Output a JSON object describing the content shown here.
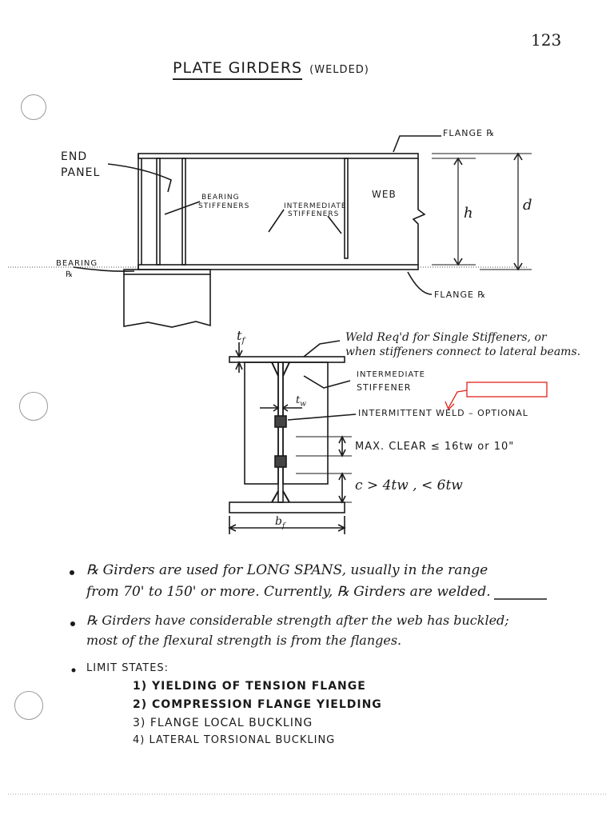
{
  "page": {
    "number": "123"
  },
  "title": {
    "main": "PLATE GIRDERS",
    "sub": "(WELDED)"
  },
  "elevation": {
    "flange_top": "FLANGE ℞",
    "end_panel": [
      "END",
      "PANEL"
    ],
    "bearing_stiffeners": [
      "BEARING",
      "STIFFENERS"
    ],
    "intermediate_stiffeners": [
      "INTERMEDIATE",
      "STIFFENERS"
    ],
    "web": "WEB",
    "h": "h",
    "d": "d",
    "bearing_plate": [
      "BEARING",
      "℞"
    ],
    "flange_bottom": "FLANGE ℞"
  },
  "section": {
    "tf": "t",
    "tf_sub": "f",
    "tw": "t",
    "tw_sub": "w",
    "bf": "b",
    "bf_sub": "f",
    "weld_note": [
      "Weld Req'd for Single Stiffeners, or",
      "when stiffeners connect to lateral beams."
    ],
    "intermediate_stiffener": [
      "INTERMEDIATE",
      "STIFFENER"
    ],
    "intermittent_weld": "INTERMITTENT WELD – OPTIONAL",
    "max_clear": "MAX. CLEAR ≤ 16tw or 10\"",
    "c_range": "c > 4tw , < 6tw"
  },
  "notes": {
    "n1_l1": "℞ Girders are used for LONG SPANS, usually in the range",
    "n1_l2": "from 70' to 150' or more. Currently, ℞ Girders are welded.",
    "n2_l1": "℞ Girders have considerable strength after the web has buckled;",
    "n2_l2": "most of the flexural strength is from the flanges.",
    "limit_label": "LIMIT STATES:",
    "states": [
      "1) YIELDING OF TENSION FLANGE",
      "2) COMPRESSION FLANGE YIELDING",
      "3) FLANGE LOCAL BUCKLING",
      "4) LATERAL TORSIONAL BUCKLING"
    ]
  }
}
